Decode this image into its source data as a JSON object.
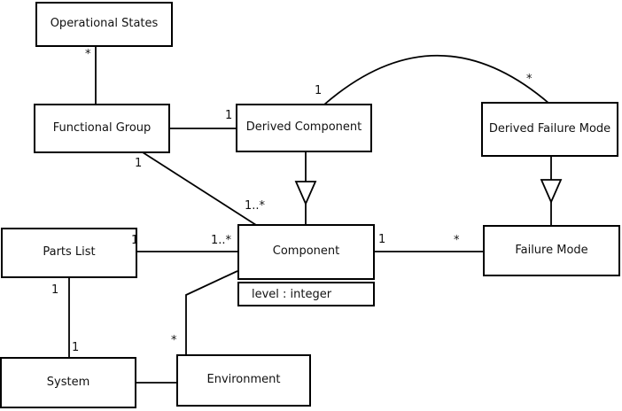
{
  "diagram": {
    "kind": "uml-class-diagram",
    "colors": {
      "background": "#ffffff",
      "line": "#000000",
      "text": "#111111",
      "box_fill": "#ffffff"
    },
    "classes": {
      "operational_states": {
        "name": "Operational States"
      },
      "functional_group": {
        "name": "Functional Group"
      },
      "derived_component": {
        "name": "Derived Component"
      },
      "derived_failure_mode": {
        "name": "Derived Failure Mode"
      },
      "parts_list": {
        "name": "Parts List"
      },
      "component": {
        "name": "Component",
        "attribute": "level : integer"
      },
      "failure_mode": {
        "name": "Failure Mode"
      },
      "system": {
        "name": "System"
      },
      "environment": {
        "name": "Environment"
      }
    },
    "relationships": [
      {
        "id": "os-fg",
        "a": "Operational States",
        "b": "Functional Group",
        "type": "association",
        "a_label": "*",
        "b_label": ""
      },
      {
        "id": "fg-dc",
        "a": "Functional Group",
        "b": "Derived Component",
        "type": "association",
        "a_label": "",
        "b_label": "1"
      },
      {
        "id": "fg-comp",
        "a": "Functional Group",
        "b": "Component",
        "type": "association",
        "a_label": "1",
        "b_label": "1..*"
      },
      {
        "id": "dc-comp",
        "a": "Derived Component",
        "b": "Component",
        "type": "generalization",
        "a_label": "",
        "b_label": ""
      },
      {
        "id": "dc-dfm",
        "a": "Derived Component",
        "b": "Derived Failure Mode",
        "type": "association",
        "a_label": "1",
        "b_label": "*"
      },
      {
        "id": "dfm-fm",
        "a": "Derived Failure Mode",
        "b": "Failure Mode",
        "type": "generalization",
        "a_label": "",
        "b_label": ""
      },
      {
        "id": "pl-comp",
        "a": "Parts List",
        "b": "Component",
        "type": "association",
        "a_label": "1",
        "b_label": "1..*"
      },
      {
        "id": "comp-fm",
        "a": "Component",
        "b": "Failure Mode",
        "type": "association",
        "a_label": "1",
        "b_label": "*"
      },
      {
        "id": "pl-sys",
        "a": "Parts List",
        "b": "System",
        "type": "association",
        "a_label": "1",
        "b_label": "1"
      },
      {
        "id": "sys-env",
        "a": "System",
        "b": "Environment",
        "type": "association",
        "a_label": "",
        "b_label": ""
      },
      {
        "id": "env-comp",
        "a": "Environment",
        "b": "Component",
        "type": "association",
        "a_label": "*",
        "b_label": ""
      }
    ]
  }
}
